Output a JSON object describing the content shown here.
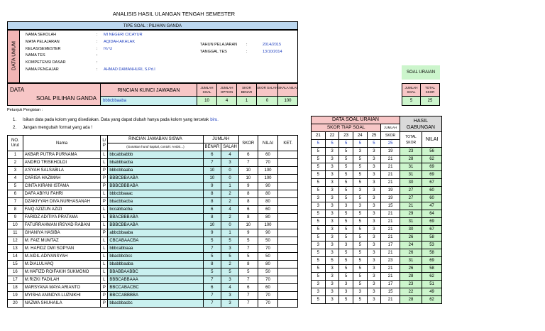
{
  "title": "ANALISIS HASIL ULANGAN TENGAH SEMESTER",
  "tipe_soal": "TIPE SOAL : PILIHAN GANDA",
  "umum_label": "DATA UMUM",
  "info_left": [
    {
      "label": "NAMA SEKOLAH",
      "sep": ":",
      "value": "MI NEGERI CICAYUR"
    },
    {
      "label": "MATA PELAJARAN",
      "sep": ":",
      "value": "AQIDAH AKHLAK"
    },
    {
      "label": "KELAS/SEMESTER",
      "sep": ":",
      "value": "IV/ U"
    },
    {
      "label": "NAMA TES",
      "sep": ":",
      "value": ""
    },
    {
      "label": "KOMPETENSI DASAR",
      "sep": ":",
      "value": ""
    },
    {
      "label": "NAMA PENGAJAR",
      "sep": ":",
      "value": "AHMAD DAMANHURI, S.Pd.I"
    }
  ],
  "info_right": [
    {
      "label": "TAHUN PELAJARAN",
      "sep": ":",
      "value": "2014/2015"
    },
    {
      "label": "TANGGAL TES",
      "sep": ":",
      "value": "13/10/2014"
    }
  ],
  "data_label": "DATA",
  "soal_pg_label": "SOAL PILIHAN GANDA",
  "rincian_label": "RINCIAN KUNCI JAWABAN",
  "kunci_value": "bbbcbbaaba",
  "summary_headers": [
    "JUMLAH SOAL",
    "JUMLAH OPTION",
    "SKOR BENAR",
    "SKOR SALAH",
    "SKALA NILAI"
  ],
  "summary_values": [
    "10",
    "4",
    "1",
    "0",
    "100"
  ],
  "uraian_box": {
    "title": "SOAL URAIAN",
    "headers": [
      "JUMLAH SOAL",
      "TOTAL SKOR"
    ],
    "values": [
      "5",
      "25"
    ]
  },
  "petunjuk_title": "Petunjuk Pengisian :",
  "petunjuk": [
    {
      "num": "1.",
      "text": "Isikan data pada kolom yang disediakan. Data yang dapat diubah hanya pada kolom yang tercetak",
      "highlight": "biru."
    },
    {
      "num": "2.",
      "text": "Jangan mengubah format yang ada !",
      "highlight": ""
    }
  ],
  "table_headers": {
    "no": "NO. Urut",
    "nama": "Nama",
    "lp": "L/ P",
    "rincian": "RINCIAN JAWABAN SISWA",
    "rincian_sub": "(Gunakan huruf kapital, contoh: AADE...)",
    "jumlah": "JUMLAH",
    "benar": "BENAR",
    "salah": "SALAH",
    "skor": "SKOR",
    "nilai": "NILAI",
    "ket": "KET."
  },
  "uraian_headers": {
    "data_soal": "DATA SOAL URAIAN",
    "skor_tiap": "SKOR TIAP SOAL",
    "jumlah": "JUMLAH",
    "nums": [
      "21",
      "22",
      "23",
      "24",
      "25"
    ],
    "max": [
      "5",
      "5",
      "5",
      "5",
      "5"
    ],
    "skor": "SKOR",
    "skor_max": "25",
    "hasil": "HASIL GABUNGAN",
    "total": "TOTAL SKOR",
    "nilai": "NILAI"
  },
  "students": [
    {
      "no": "1",
      "nama": "AKBAR PUTRA PURNAMA",
      "lp": "L",
      "jawaban": "bbcabbabbb",
      "benar": "6",
      "salah": "4",
      "skor": "6",
      "nilai": "60",
      "ket": "",
      "u": [
        "5",
        "3",
        "5",
        "3",
        "3"
      ],
      "us": "19",
      "total": "23",
      "gab": "56"
    },
    {
      "no": "2",
      "nama": "ANDRO TRISKHOLDI",
      "lp": "L",
      "jawaban": "bbabbbacba",
      "benar": "7",
      "salah": "3",
      "skor": "7",
      "nilai": "70",
      "ket": "",
      "u": [
        "5",
        "3",
        "5",
        "5",
        "3"
      ],
      "us": "21",
      "total": "28",
      "gab": "62"
    },
    {
      "no": "3",
      "nama": "A'SYAH SALSABILA",
      "lp": "P",
      "jabawan": "",
      "jawaban": "bbbcbbaaba",
      "benar": "10",
      "salah": "0",
      "skor": "10",
      "nilai": "100",
      "ket": "",
      "u": [
        "5",
        "3",
        "5",
        "5",
        "3"
      ],
      "us": "21",
      "total": "31",
      "gab": "69"
    },
    {
      "no": "4",
      "nama": "CARISA HAZIMAH",
      "lp": "P",
      "jawaban": "BBBCBBAABA",
      "benar": "10",
      "salah": "0",
      "skor": "10",
      "nilai": "100",
      "ket": "",
      "u": [
        "5",
        "3",
        "5",
        "5",
        "3"
      ],
      "us": "21",
      "total": "31",
      "gab": "69"
    },
    {
      "no": "5",
      "nama": "CINTA KIRANI ISTAMA",
      "lp": "P",
      "jawaban": "BBBCBBBABA",
      "benar": "9",
      "salah": "1",
      "skor": "9",
      "nilai": "90",
      "ket": "",
      "u": [
        "5",
        "3",
        "5",
        "5",
        "3"
      ],
      "us": "21",
      "total": "30",
      "gab": "67"
    },
    {
      "no": "6",
      "nama": "DAFA ABIYU FAHRI",
      "lp": "L",
      "jawaban": "bbbcbbaaac",
      "benar": "8",
      "salah": "2",
      "skor": "8",
      "nilai": "80",
      "ket": "",
      "u": [
        "5",
        "3",
        "5",
        "3",
        "3"
      ],
      "us": "19",
      "total": "27",
      "gab": "60"
    },
    {
      "no": "7",
      "nama": "DZAKIYYAH DIVA NURHASANAH",
      "lp": "P",
      "jawaban": "bbacbbacba",
      "benar": "8",
      "salah": "2",
      "skor": "8",
      "nilai": "80",
      "ket": "",
      "u": [
        "3",
        "3",
        "5",
        "5",
        "3"
      ],
      "us": "19",
      "total": "27",
      "gab": "60"
    },
    {
      "no": "8",
      "nama": "FAIQ AZIZUN AZIZI",
      "lp": "L",
      "jawaban": "bccabbacba",
      "benar": "6",
      "salah": "4",
      "skor": "6",
      "nilai": "60",
      "ket": "",
      "u": [
        "3",
        "3",
        "3",
        "3",
        "3"
      ],
      "us": "15",
      "total": "21",
      "gab": "47"
    },
    {
      "no": "9",
      "nama": "FARIDZ ADITIYA PRATAMA",
      "lp": "L",
      "jawaban": "BBACBBBABA",
      "benar": "8",
      "salah": "2",
      "skor": "8",
      "nilai": "80",
      "ket": "",
      "u": [
        "5",
        "3",
        "5",
        "5",
        "3"
      ],
      "us": "21",
      "total": "29",
      "gab": "64"
    },
    {
      "no": "10",
      "nama": "FATURRAHMAN IRSYAD RABANI",
      "lp": "L",
      "jawaban": "BBBCBBAABA",
      "benar": "10",
      "salah": "0",
      "skor": "10",
      "nilai": "100",
      "ket": "",
      "u": [
        "5",
        "3",
        "5",
        "5",
        "3"
      ],
      "us": "21",
      "total": "31",
      "gab": "69"
    },
    {
      "no": "11",
      "nama": "GHANIYA HASIBA",
      "lp": "P",
      "jawaban": "abbcbbaaba",
      "benar": "9",
      "salah": "1",
      "skor": "9",
      "nilai": "90",
      "ket": "",
      "u": [
        "5",
        "3",
        "5",
        "5",
        "3"
      ],
      "us": "21",
      "total": "30",
      "gab": "67"
    },
    {
      "no": "12",
      "nama": "M. FAIZ MUMTAZ",
      "lp": "L",
      "jawaban": "CBCABAACBA",
      "benar": "5",
      "salah": "5",
      "skor": "5",
      "nilai": "50",
      "ket": "",
      "u": [
        "5",
        "3",
        "5",
        "5",
        "3"
      ],
      "us": "21",
      "total": "26",
      "gab": "58"
    },
    {
      "no": "13",
      "nama": "M. HAFIDZ DWI SOPYAN",
      "lp": "L",
      "jawaban": "bbbcabbaaa",
      "benar": "7",
      "salah": "3",
      "skor": "7",
      "nilai": "70",
      "ket": "",
      "u": [
        "3",
        "3",
        "3",
        "5",
        "3"
      ],
      "us": "17",
      "total": "24",
      "gab": "53"
    },
    {
      "no": "14",
      "nama": "M.AIDIL ADIYANSYAH",
      "lp": "L",
      "jawaban": "bbacbbcbcc",
      "benar": "5",
      "salah": "5",
      "skor": "5",
      "nilai": "50",
      "ket": "",
      "u": [
        "5",
        "3",
        "5",
        "5",
        "3"
      ],
      "us": "21",
      "total": "26",
      "gab": "58"
    },
    {
      "no": "15",
      "nama": "M.DIALULHAQ",
      "lp": "L",
      "jawaban": "bbabbbaaba",
      "benar": "8",
      "salah": "2",
      "skor": "8",
      "nilai": "80",
      "ket": "",
      "u": [
        "5",
        "5",
        "5",
        "5",
        "3"
      ],
      "us": "23",
      "total": "31",
      "gab": "69"
    },
    {
      "no": "16",
      "nama": "M.HAFIZD ROIFAKIH SUKMONO",
      "lp": "L",
      "jawaban": "BBABBAABBC",
      "benar": "5",
      "salah": "5",
      "skor": "5",
      "nilai": "50",
      "ket": "",
      "u": [
        "5",
        "3",
        "5",
        "5",
        "3"
      ],
      "us": "21",
      "total": "26",
      "gab": "58"
    },
    {
      "no": "17",
      "nama": "M.RIZKI FADILAH",
      "lp": "L",
      "jawaban": "BBBCABBAAA",
      "benar": "7",
      "salah": "3",
      "skor": "7",
      "nilai": "70",
      "ket": "",
      "u": [
        "5",
        "3",
        "5",
        "5",
        "3"
      ],
      "us": "21",
      "total": "28",
      "gab": "62"
    },
    {
      "no": "18",
      "nama": "MARSYANA MAYA ARIANTO",
      "lp": "P",
      "jawaban": "BBCCABACBC",
      "benar": "6",
      "salah": "4",
      "skor": "6",
      "nilai": "60",
      "ket": "",
      "u": [
        "3",
        "3",
        "3",
        "5",
        "3"
      ],
      "us": "17",
      "total": "23",
      "gab": "51"
    },
    {
      "no": "19",
      "nama": "MYISHA ANINDYA LUZNIKHI",
      "lp": "P",
      "jawaban": "BBCCABBBBA",
      "benar": "7",
      "salah": "3",
      "skor": "7",
      "nilai": "70",
      "ket": "",
      "u": [
        "3",
        "3",
        "3",
        "3",
        "3"
      ],
      "us": "15",
      "total": "22",
      "gab": "49"
    },
    {
      "no": "20",
      "nama": "NAZWA SHUHAILA",
      "lp": "P",
      "jawaban": "bbacbbacbc",
      "benar": "7",
      "salah": "3",
      "skor": "7",
      "nilai": "70",
      "ket": "",
      "u": [
        "5",
        "3",
        "5",
        "5",
        "3"
      ],
      "us": "21",
      "total": "28",
      "gab": "62"
    }
  ]
}
